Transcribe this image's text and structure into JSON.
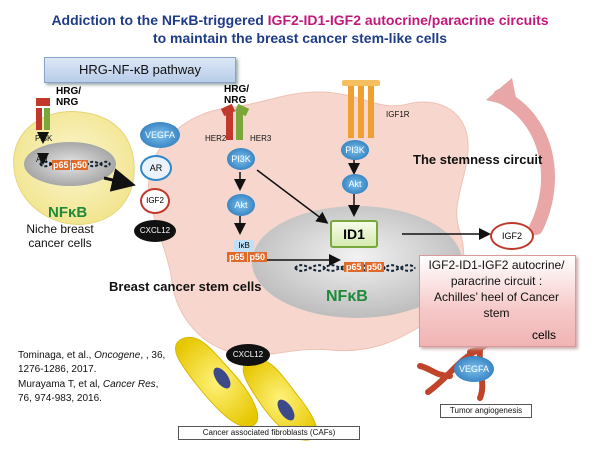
{
  "title": {
    "line1_a": "Addiction to the NFκB-triggered ",
    "line1_b": "IGF2-ID1-IGF2 autocrine/paracrine circuits",
    "line2": "to maintain the breast cancer stem-like cells"
  },
  "pathway_box": "HRG-NF-κB pathway",
  "receptors": {
    "hrg_left": [
      "HRG/",
      "NRG"
    ],
    "hrg_right": [
      "HRG/",
      "NRG"
    ],
    "her2": "HER2",
    "her3": "HER3",
    "igf1r": "IGF1R"
  },
  "nodes": {
    "pi3k_left": "PI3K",
    "akt_left": "Akt",
    "pi3k_cell": "PI3K",
    "akt_cell": "Akt",
    "pi3k_right": "PI3K",
    "akt_right": "Akt",
    "ikb": "IκB",
    "p65": "p65",
    "p50": "p50",
    "vegfa_top": "VEGFA",
    "ar": "AR",
    "igf2_left": "IGF2",
    "cxcl12_left": "CXCL12",
    "cxcl12_caf": "CXCL12",
    "id1": "ID1",
    "igf2_right": "IGF2",
    "vegfa_bottom": "VEGFA"
  },
  "labels": {
    "nfkb_left": "NFκB",
    "niche": "Niche breast cancer cells",
    "bcsc": "Breast cancer stem cells",
    "nfkb_center": "NFκB",
    "stemness": "The stemness circuit",
    "tumor_angio": "Tumor angiogenesis",
    "caf": "Cancer associated fibroblasts (CAFs)"
  },
  "achilles": {
    "line1": "IGF2-ID1-IGF2 autocrine/",
    "line2": "paracrine circuit :",
    "line3": "Achilles’ heel of Cancer",
    "line4": "stem",
    "line5": "cells"
  },
  "references": {
    "r1_a": "Tominaga, et al., ",
    "r1_journal": "Oncogene",
    "r1_b": ", , 36,",
    "r1_c": "1276-1286, 2017.",
    "r2_a": "Murayama T, et al, ",
    "r2_journal": "Cancer Res",
    "r2_b": ",",
    "r2_c": " 76, 974-983, 2016."
  },
  "colors": {
    "cell_fill": "#f7d7cd",
    "niche_fill": "#f7efb0",
    "nucleus_fill": "#c9c9c9",
    "node_blue": "#2f86c8",
    "node_black": "#111111",
    "nfkb_green": "#1e8a3a",
    "title_navy": "#1f3c88",
    "title_magenta": "#c2187a",
    "stemness_arrow": "#e9a6a6"
  }
}
